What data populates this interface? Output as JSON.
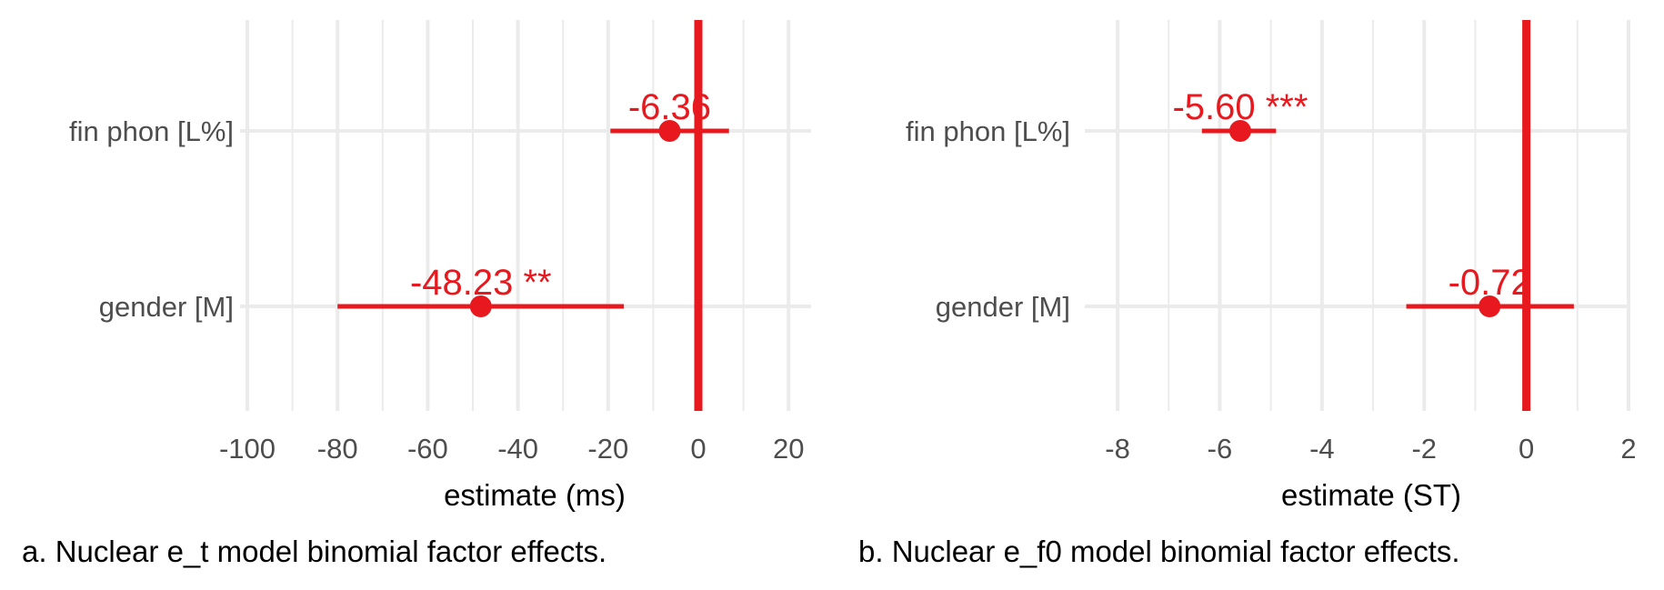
{
  "colors": {
    "accent": "#e8191e",
    "grid": "#ebebeb",
    "tick_text": "#4d4d4d"
  },
  "chart_data": [
    {
      "type": "forest",
      "xlabel": "estimate (ms)",
      "caption": "a. Nuclear e_t model binomial factor effects.",
      "xlim": [
        -100,
        25
      ],
      "xticks": [
        -100,
        -80,
        -60,
        -40,
        -20,
        0,
        20
      ],
      "xtick_labels": [
        "-100",
        "-80",
        "-60",
        "-40",
        "-20",
        "0",
        "20"
      ],
      "reference_line": 0,
      "terms": [
        {
          "term": "fin phon [L%]",
          "estimate": -6.36,
          "ci_low": -19.5,
          "ci_high": 6.8,
          "label": "-6.36"
        },
        {
          "term": "gender [M]",
          "estimate": -48.23,
          "ci_low": -80,
          "ci_high": -16.5,
          "label": "-48.23 **"
        }
      ]
    },
    {
      "type": "forest",
      "xlabel": "estimate (ST)",
      "caption": "b. Nuclear e_f0 model binomial factor effects.",
      "xlim": [
        -8.5,
        2
      ],
      "xticks": [
        -8,
        -6,
        -4,
        -2,
        0,
        2
      ],
      "xtick_labels": [
        "-8",
        "-6",
        "-4",
        "-2",
        "0",
        "2"
      ],
      "reference_line": 0,
      "terms": [
        {
          "term": "fin phon [L%]",
          "estimate": -5.6,
          "ci_low": -6.35,
          "ci_high": -4.9,
          "label": "-5.60 ***"
        },
        {
          "term": "gender [M]",
          "estimate": -0.72,
          "ci_low": -2.35,
          "ci_high": 0.93,
          "label": "-0.72"
        }
      ]
    }
  ]
}
